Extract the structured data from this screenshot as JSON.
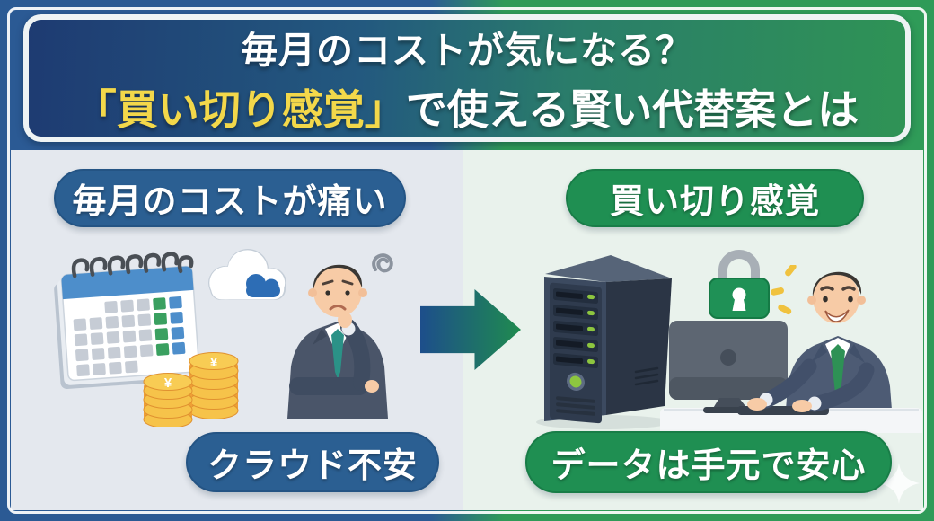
{
  "header": {
    "line1": "毎月のコストが気になる？",
    "line2_highlight": "「買い切り感覚」",
    "line2_rest": "で使える賢い代替案とは"
  },
  "left_panel": {
    "top_badge": "毎月のコストが痛い",
    "bottom_badge": "クラウド不安",
    "coin_symbol": "¥",
    "illustrations": [
      "calendar-icon",
      "cloud-icon",
      "yen-coins-icon",
      "worried-businessman",
      "confusion-squiggle"
    ]
  },
  "right_panel": {
    "top_badge": "買い切り感覚",
    "bottom_badge": "データは手元で安心",
    "illustrations": [
      "server-tower-icon",
      "padlock-icon",
      "sparkle-marks",
      "smiling-businessman-at-computer",
      "white-sparkle"
    ]
  },
  "center": {
    "illustration": "transition-arrow"
  },
  "colors": {
    "frame_left": "#2b5a94",
    "frame_right": "#2f9b58",
    "banner_from": "#1e3b72",
    "banner_to": "#2f9355",
    "highlight_text": "#f3d84a",
    "badge_blue": "#2b5f92",
    "badge_green": "#1f8f52",
    "panel_left_bg": "#e4e8ee",
    "panel_right_bg": "#e9f2ec"
  }
}
